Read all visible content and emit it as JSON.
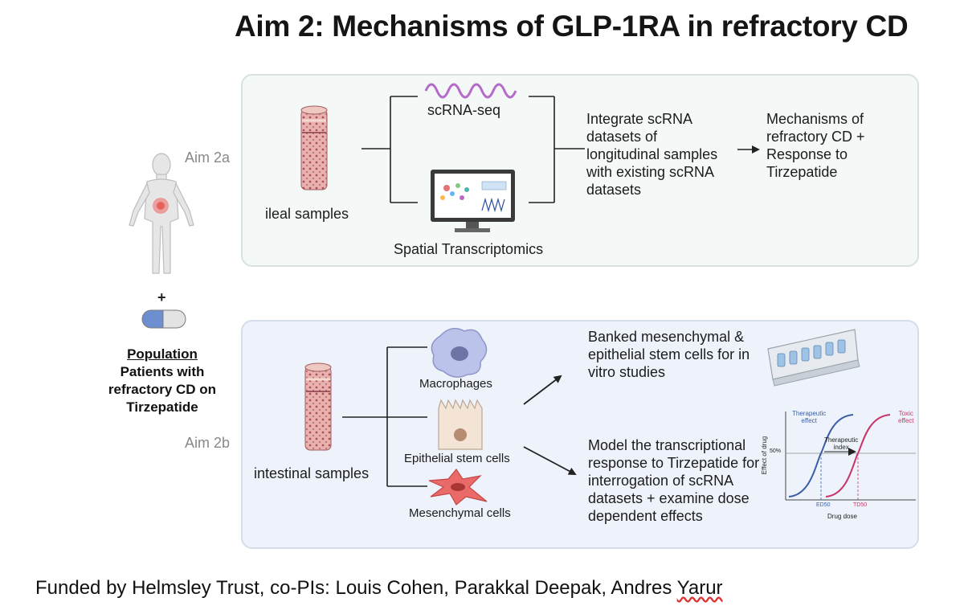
{
  "title": "Aim 2: Mechanisms of GLP-1RA in refractory CD",
  "aim_2a": {
    "label": "Aim 2a",
    "sample_label": "ileal samples",
    "method_1": "scRNA-seq",
    "method_2": "Spatial Transcriptomics",
    "integrate_lines": [
      "Integrate scRNA",
      "datasets of",
      "longitudinal samples",
      "with existing scRNA",
      "datasets"
    ],
    "outcome_lines": [
      "Mechanisms of",
      "refractory CD +",
      "Response to",
      "Tirzepatide"
    ]
  },
  "aim_2b": {
    "label": "Aim 2b",
    "sample_label": "intestinal samples",
    "cell_1": "Macrophages",
    "cell_2": "Epithelial stem cells",
    "cell_3": "Mesenchymal cells",
    "banked_lines": [
      "Banked mesenchymal &",
      "epithelial stem cells for in",
      "vitro studies"
    ],
    "model_lines": [
      "Model the transcriptional",
      "response to Tirzepatide for",
      "interrogation of scRNA",
      "datasets + examine dose",
      "dependent effects"
    ]
  },
  "population": {
    "plus": "+",
    "heading": "Population",
    "lines": [
      "Patients with",
      "refractory CD on",
      "Tirzepatide"
    ]
  },
  "dose_chart": {
    "therapeutic_effect": [
      "Therapeutic",
      "effect"
    ],
    "toxic_effect": [
      "Toxic",
      "effect"
    ],
    "therapeutic_index": [
      "Therapeutic",
      "index"
    ],
    "y_axis": "Effect of drug",
    "fifty": "50%",
    "ed50": "ED50",
    "td50": "TD50",
    "x_axis": "Drug dose"
  },
  "footer": {
    "text": "Funded by Helmsley Trust, co-PIs: Louis Cohen, Parakkal Deepak, Andres ",
    "last_name": "Yarur"
  },
  "colors": {
    "panel_a_bg": "#f4f8f6",
    "panel_b_bg": "#eef3fb",
    "therapeutic_curve": "#3a5fa8",
    "toxic_curve": "#c8336b",
    "wave": "#b56bc9"
  }
}
